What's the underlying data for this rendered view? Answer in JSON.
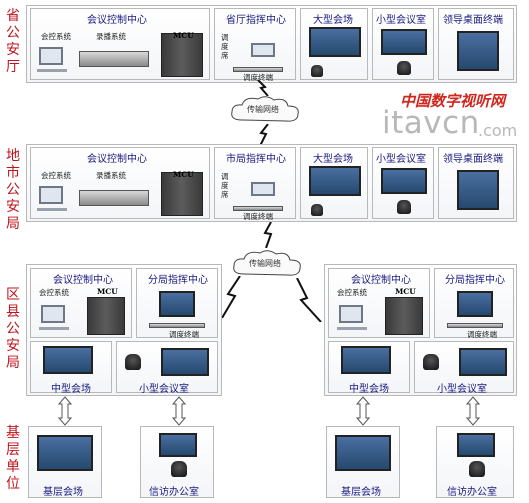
{
  "side_labels": {
    "province": "省公安厅",
    "city": "地市公安局",
    "county": "区县公安局",
    "grassroots": "基层单位"
  },
  "network": {
    "top": "传输网络",
    "middle": "传输网络"
  },
  "province": {
    "control_center": "会议控制中心",
    "control_system": "会控系统",
    "recording_system": "录播系统",
    "mcu": "MCU",
    "command_center": "省厅指挥中心",
    "dispatch_seat": "调度席",
    "terminal": "调度终端",
    "large_venue": "大型会场",
    "small_room": "小型会议室",
    "leader_terminal": "领导桌面终端"
  },
  "city": {
    "control_center": "会议控制中心",
    "control_system": "会控系统",
    "recording_system": "录播系统",
    "mcu": "MCU",
    "command_center": "市局指挥中心",
    "dispatch_seat": "调度席",
    "terminal": "调度终端",
    "large_venue": "大型会场",
    "small_room": "小型会议室",
    "leader_terminal": "领导桌面终端"
  },
  "county_left": {
    "control_center": "会议控制中心",
    "control_system": "会控系统",
    "mcu": "MCU",
    "branch_command": "分局指挥中心",
    "terminal": "调度终端",
    "medium_venue": "中型会场",
    "small_room": "小型会议室"
  },
  "county_right": {
    "control_center": "会议控制中心",
    "control_system": "会控系统",
    "mcu": "MCU",
    "branch_command": "分局指挥中心",
    "terminal": "调度终端",
    "medium_venue": "中型会场",
    "small_room": "小型会议室"
  },
  "grassroots_left": {
    "venue": "基层会场",
    "petition_office": "信访办公室"
  },
  "grassroots_right": {
    "venue": "基层会场",
    "petition_office": "信访办公室"
  },
  "watermark": {
    "cn": "中国数字视听网",
    "brand": "itavcn",
    "suffix": ".com"
  },
  "colors": {
    "side_label": "#c0141c",
    "panel_title": "#1a1a80",
    "watermark_red": "#d1261c"
  }
}
